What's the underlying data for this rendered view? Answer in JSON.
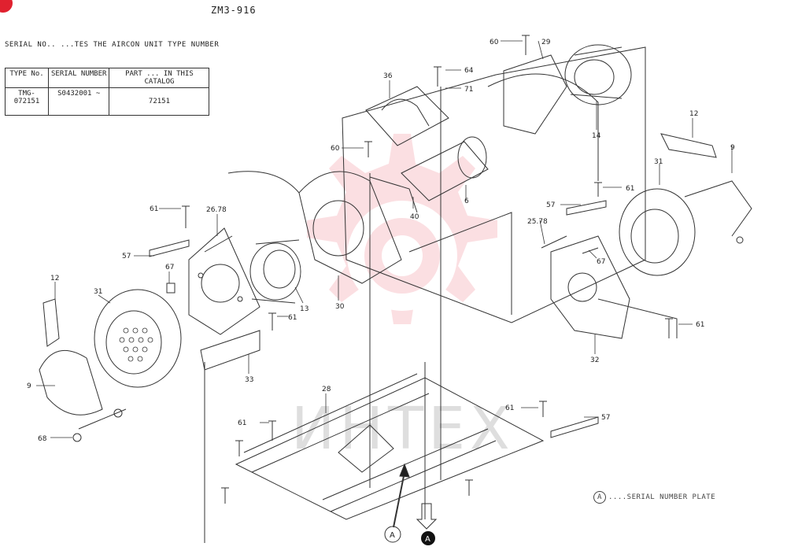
{
  "title": "ZM3-916",
  "serial_note": "SERIAL NO..        ...TES THE AIRCON UNIT TYPE NUMBER",
  "table": {
    "headers": [
      "TYPE No.",
      "SERIAL NUMBER",
      "PART ... IN THIS CATALOG"
    ],
    "rows": [
      [
        "TMG-072151",
        "S0432001 ~",
        "72151"
      ]
    ]
  },
  "callouts": [
    "60",
    "29",
    "64",
    "71",
    "36",
    "14",
    "60",
    "12",
    "9",
    "31",
    "61",
    "57",
    "6",
    "40",
    "61",
    "26.78",
    "25.78",
    "57",
    "67",
    "67",
    "13",
    "61",
    "30",
    "31",
    "12",
    "9",
    "61",
    "32",
    "33",
    "28",
    "61",
    "61",
    "57",
    "68",
    "A"
  ],
  "legend": {
    "symbol": "A",
    "text": "....SERIAL NUMBER PLATE"
  },
  "watermark": "ИНТЕХ",
  "colors": {
    "ink": "#333333",
    "watermark": "#f4a4ad",
    "badge": "#e0212f"
  }
}
